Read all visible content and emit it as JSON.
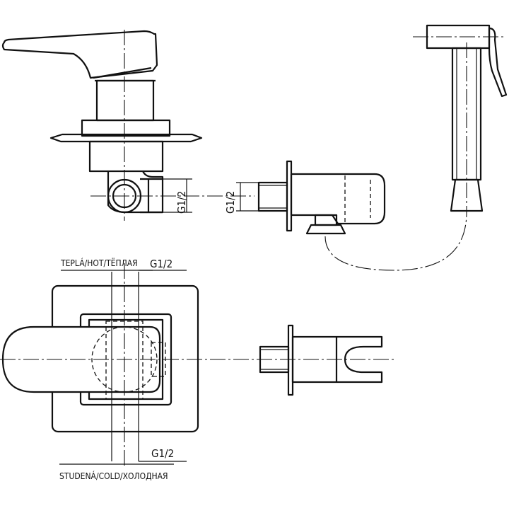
{
  "labels": {
    "thread_side_left": "G1/2",
    "thread_side_right": "G1/2",
    "hot_label": "TEPLÁ/HOT/ТЁПЛАЯ",
    "hot_thread": "G1/2",
    "cold_thread": "G1/2",
    "cold_label": "STUDENÁ/COLD/ХОЛОДНАЯ"
  },
  "colors": {
    "line": "#111111",
    "background": "#ffffff"
  }
}
